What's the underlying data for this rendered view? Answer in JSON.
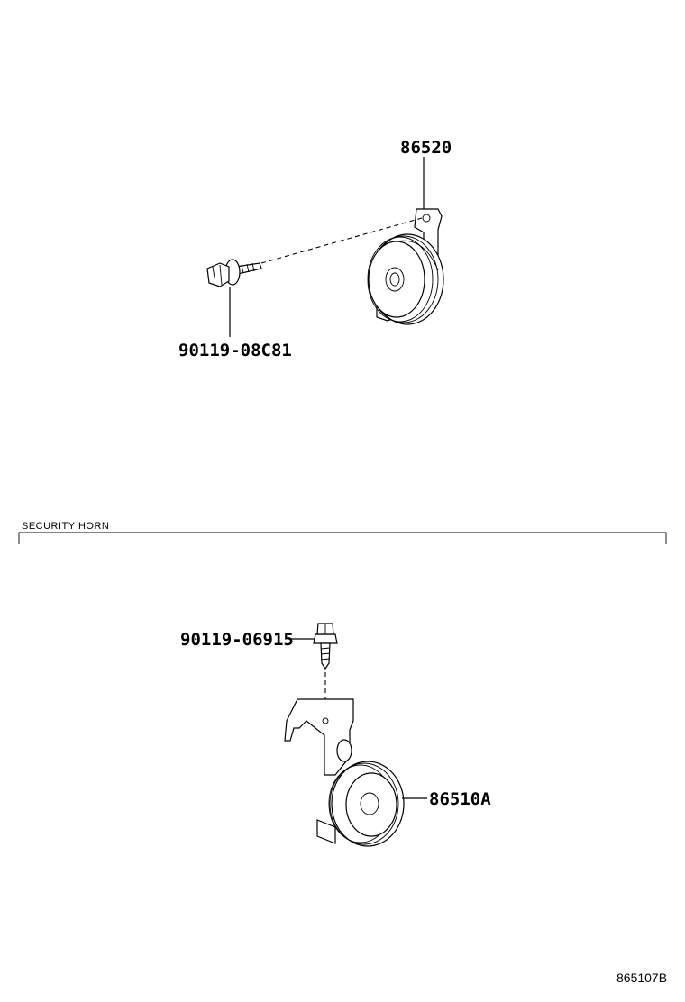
{
  "diagram": {
    "parts": {
      "horn_upper": "86520",
      "bolt_upper": "90119-08C81",
      "bolt_lower": "90119-06915",
      "horn_lower": "86510A"
    },
    "section_label": "SECURITY HORN",
    "diagram_id": "865107B"
  }
}
